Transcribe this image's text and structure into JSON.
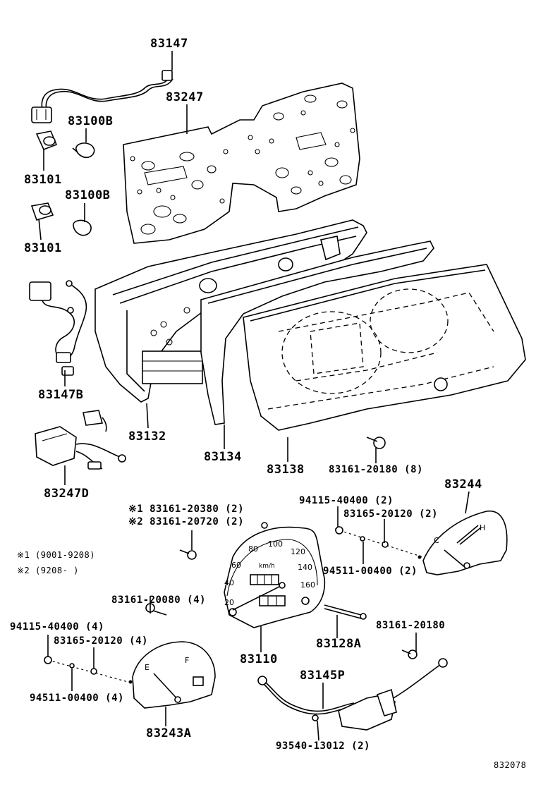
{
  "figure_id": "832078",
  "labels": {
    "p83147": "83147",
    "p83247": "83247",
    "p83100b_1": "83100B",
    "p83101_1": "83101",
    "p83100b_2": "83100B",
    "p83101_2": "83101",
    "p83147b": "83147B",
    "p83132": "83132",
    "p83134": "83134",
    "p83138": "83138",
    "p83161_20180_8": "83161-20180 (8)",
    "p83244": "83244",
    "p94115_40400_2": "94115-40400 (2)",
    "p83165_20120_2": "83165-20120 (2)",
    "p94511_00400_2": "94511-00400 (2)",
    "p83247d": "83247D",
    "p83161_20380_2": "※1 83161-20380 (2)",
    "p83161_20720_2": "※2 83161-20720 (2)",
    "p83161_20080_4": "83161-20080 (4)",
    "p83110": "83110",
    "p83128a": "83128A",
    "p83161_20180": "83161-20180",
    "p94115_40400_4": "94115-40400 (4)",
    "p83165_20120_4": "83165-20120 (4)",
    "p94511_00400_4": "94511-00400 (4)",
    "p83145p": "83145P",
    "p83243a": "83243A",
    "p93540_13012_2": "93540-13012 (2)"
  },
  "notes": {
    "note1": "※1 (9001-9208)",
    "note2": "※2 (9208-       )"
  },
  "speedometer": {
    "ticks": [
      "20",
      "40",
      "60",
      "80",
      "100",
      "120",
      "140",
      "160"
    ],
    "unit": "km/h"
  },
  "temp_gauge": {
    "hot": "H",
    "cold": "C"
  },
  "fuel_gauge": {
    "full": "F",
    "empty": "E"
  }
}
